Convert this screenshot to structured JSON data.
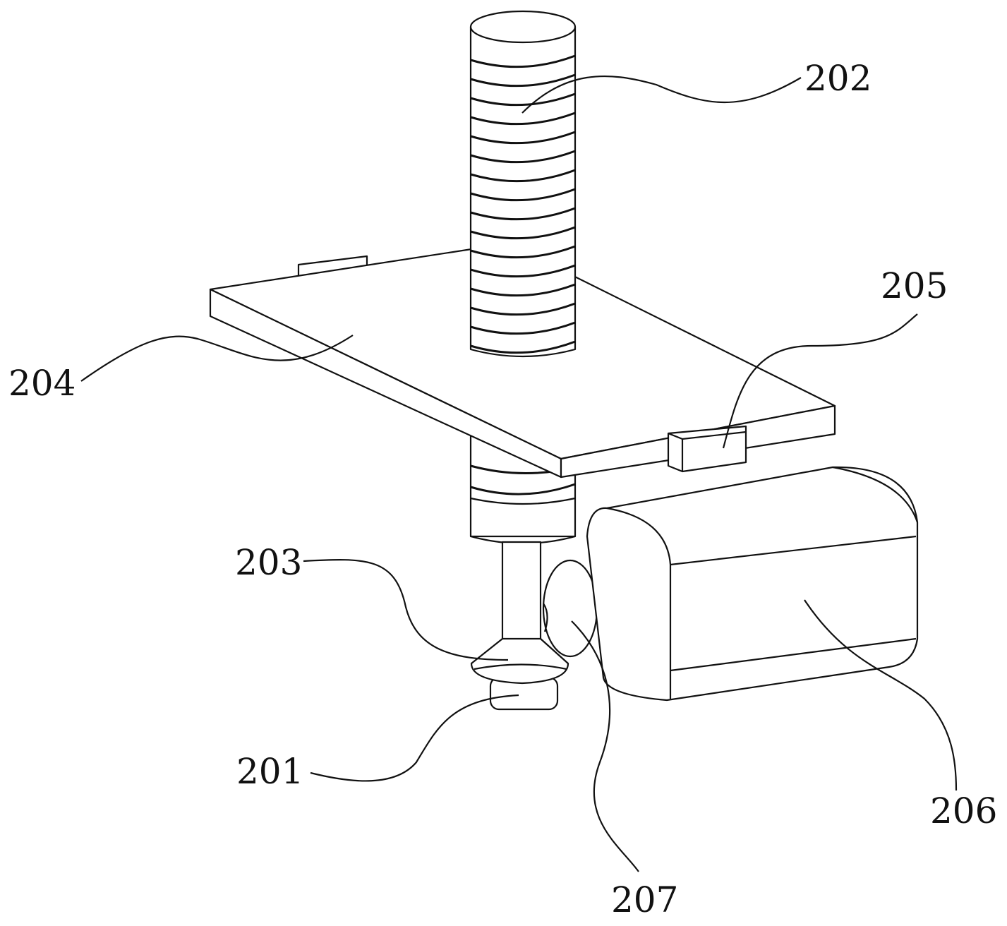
{
  "figure": {
    "labels": {
      "rod": "202",
      "plate": "204",
      "block": "205",
      "bevel_gear": "203",
      "hub": "201",
      "motor": "206",
      "drive_gear": "207"
    }
  }
}
